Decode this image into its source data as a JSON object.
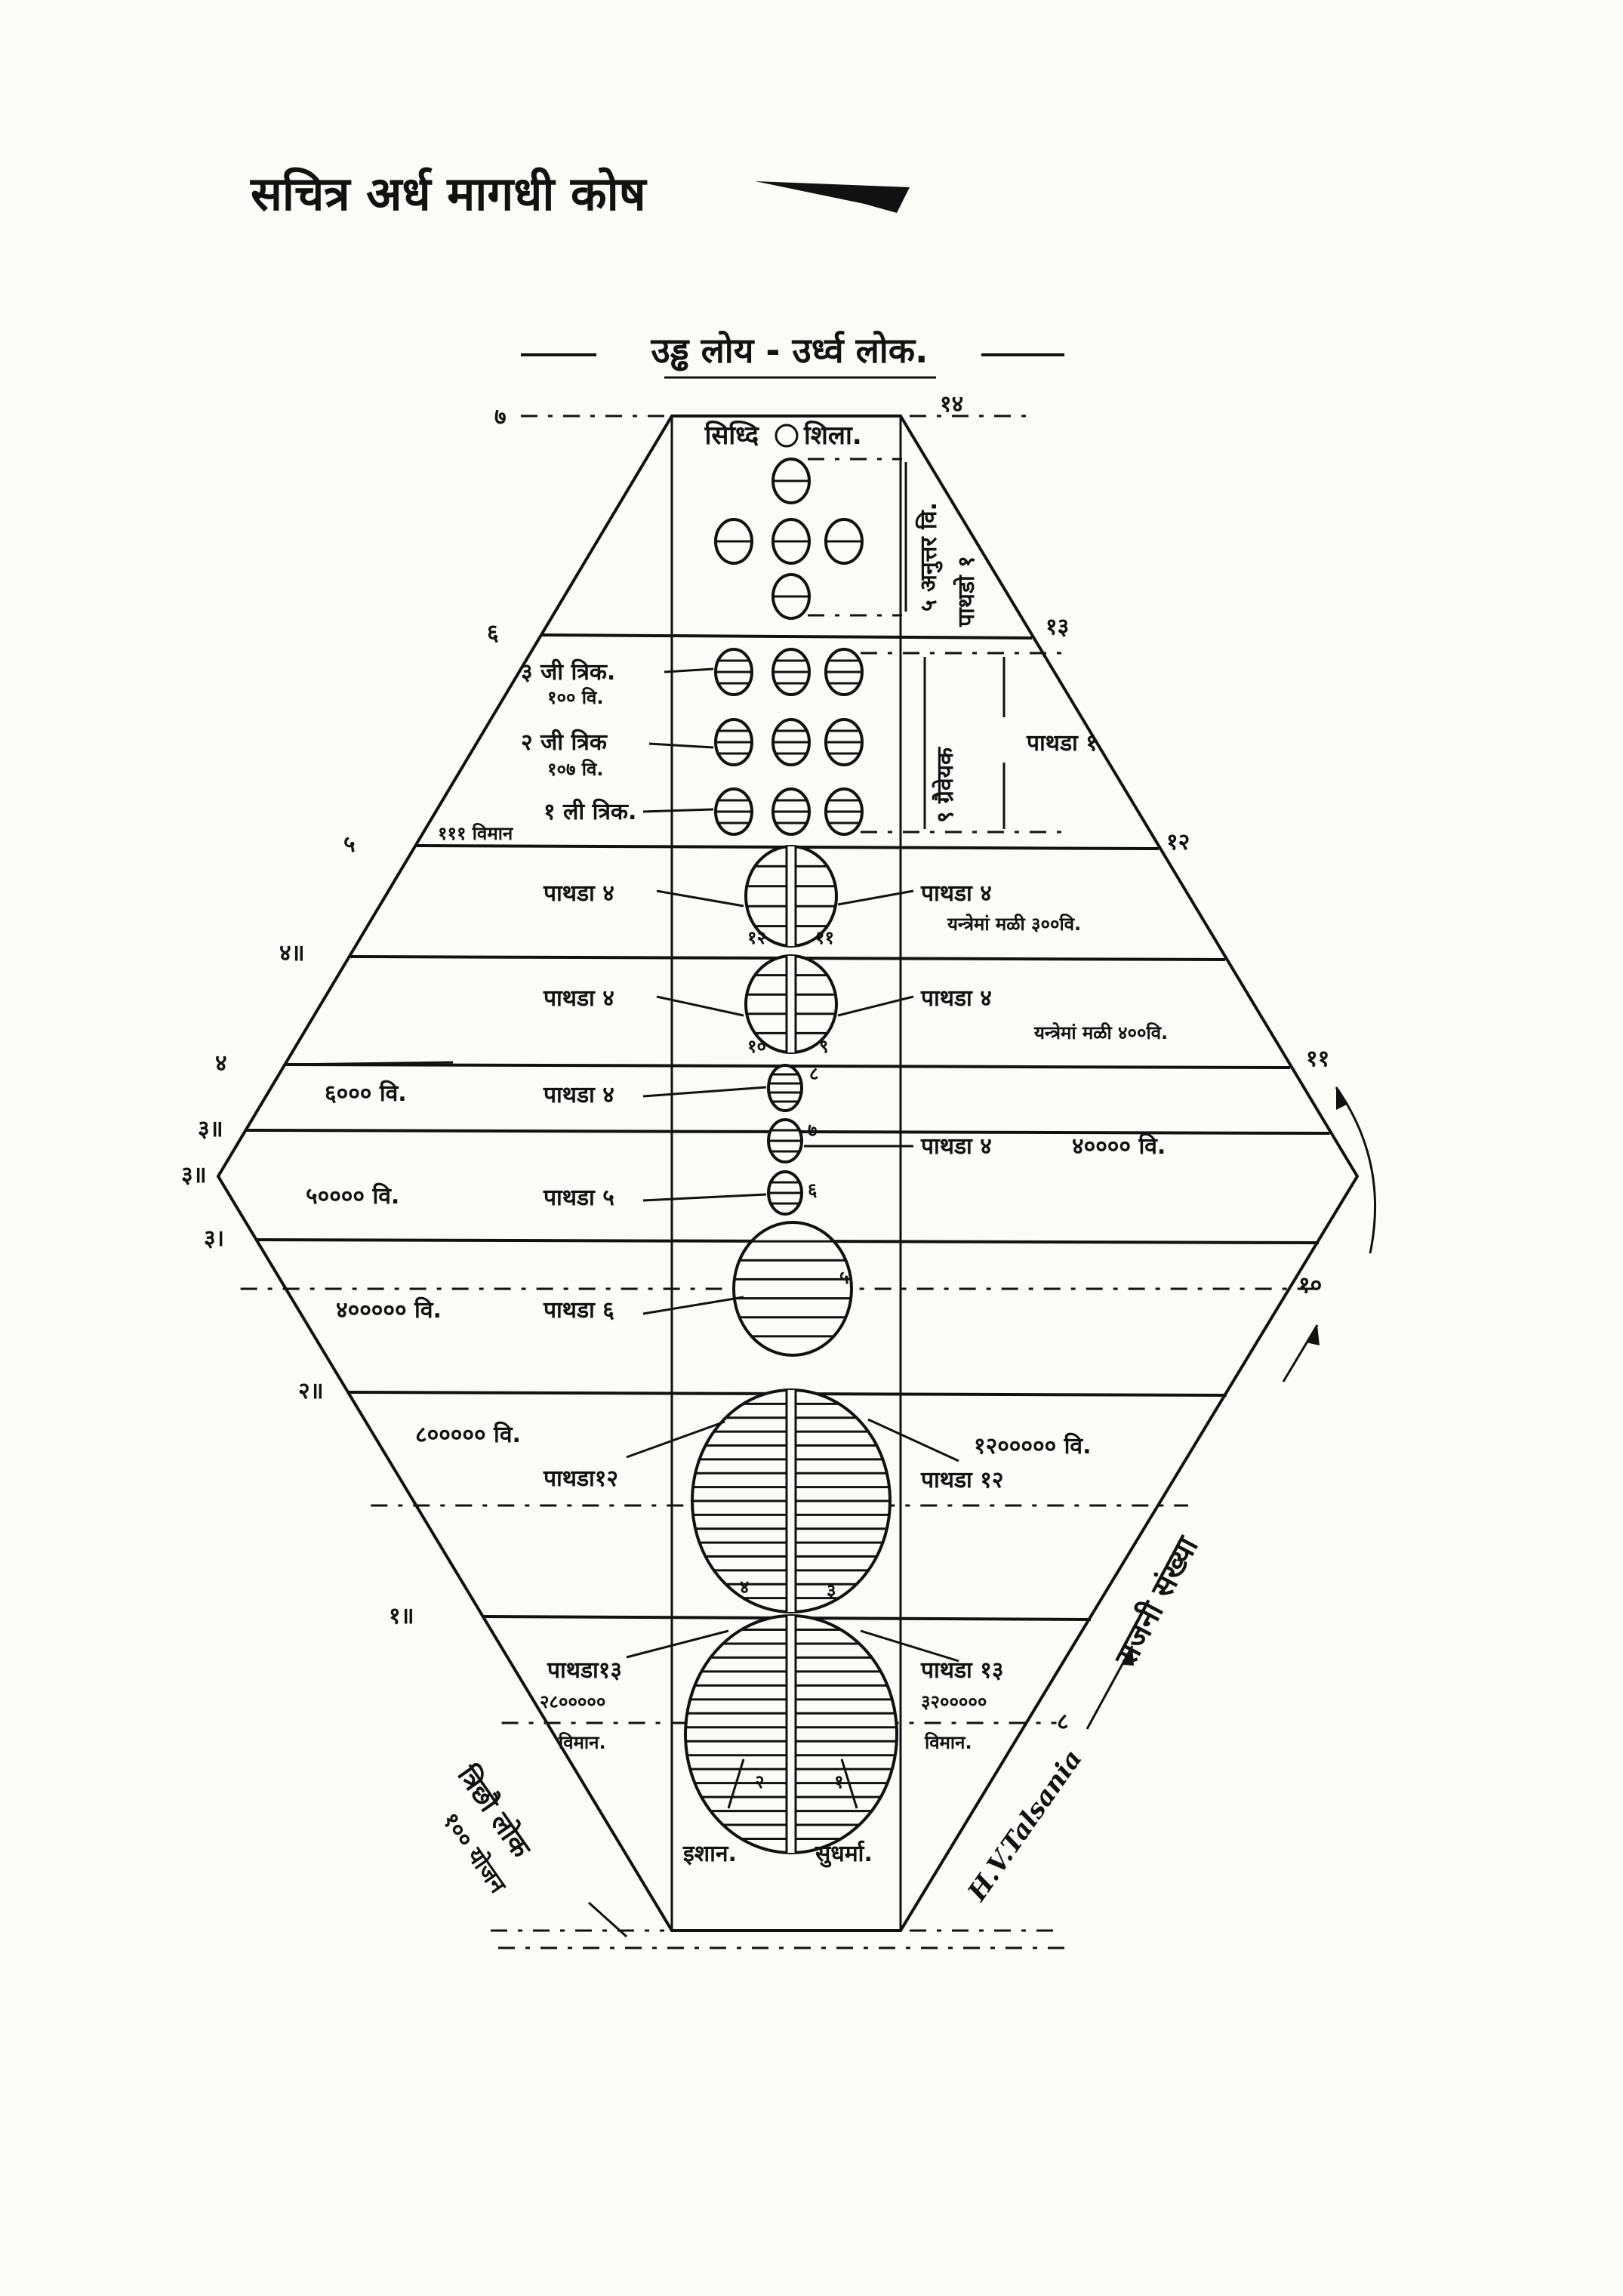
{
  "header": {
    "title": "सचित्र अर्ध मागधी कोष",
    "subtitle": "उड्ढ लोय - उर्ध्व लोक."
  },
  "levels_left": [
    "७",
    "६",
    "५",
    "४॥",
    "४",
    "३॥",
    "३॥",
    "३।",
    "२॥",
    "१॥"
  ],
  "levels_right": [
    "१४",
    "१३",
    "१२",
    "११",
    "१०",
    "८"
  ],
  "top": {
    "siddhi_left": "सिध्दि",
    "siddhi_right": "शिला.",
    "anuttar": "५ अनुत्तर वि.",
    "anuttar_pathdo": "पाथडो १",
    "graiveyak": "९ ग्रैवेयक",
    "graiveyak_pathda": "पाथडा १",
    "trik3": "३ जी त्रिक.",
    "trik3_count": "१०० वि.",
    "trik2": "२ जी त्रिक",
    "trik2_count": "१०७ वि.",
    "trik1": "१ ली त्रिक.",
    "trik1_count": "१११ विमान"
  },
  "tiers": {
    "t1112": {
      "left": "पाथडा ४",
      "right": "पाथडा ४",
      "note": "यन्त्रेमां मळी ३००वि.",
      "n_left": "१२",
      "n_right": "११"
    },
    "t910": {
      "left": "पाथडा ४",
      "right": "पाथडा ४",
      "note": "यन्त्रेमां मळी ४००वि.",
      "n_left": "१०",
      "n_right": "९"
    },
    "t8": {
      "count": "६००० वि.",
      "label": "पाथडा ४",
      "n": "८"
    },
    "t7": {
      "label": "पाथडा ४",
      "count": "४०००० वि.",
      "n": "७"
    },
    "t6": {
      "count": "५०००० वि.",
      "label": "पाथडा ५",
      "n": "६"
    },
    "t5": {
      "count": "४००००० वि.",
      "label": "पाथडा ६",
      "n": "५"
    },
    "t34": {
      "left_count": "८००००० वि.",
      "left_label": "पाथडा१२",
      "right_count": "१२००००० वि.",
      "right_label": "पाथडा १२",
      "n_left": "४",
      "n_right": "३"
    },
    "t12": {
      "left_label": "पाथडा१३",
      "left_count": "२८०००००",
      "left_unit": "विमान.",
      "right_label": "पाथडा १३",
      "right_count": "३२०००००",
      "right_unit": "विमान.",
      "n_left": "२",
      "n_right": "१",
      "name_left": "इशान.",
      "name_right": "सुधर्मा."
    }
  },
  "side": {
    "rajju": "राजनी संख्या",
    "tirchha_1": "त्रिछौ लोक",
    "tirchha_2": "१०० योजन"
  },
  "signature": "H.V.Talsania"
}
